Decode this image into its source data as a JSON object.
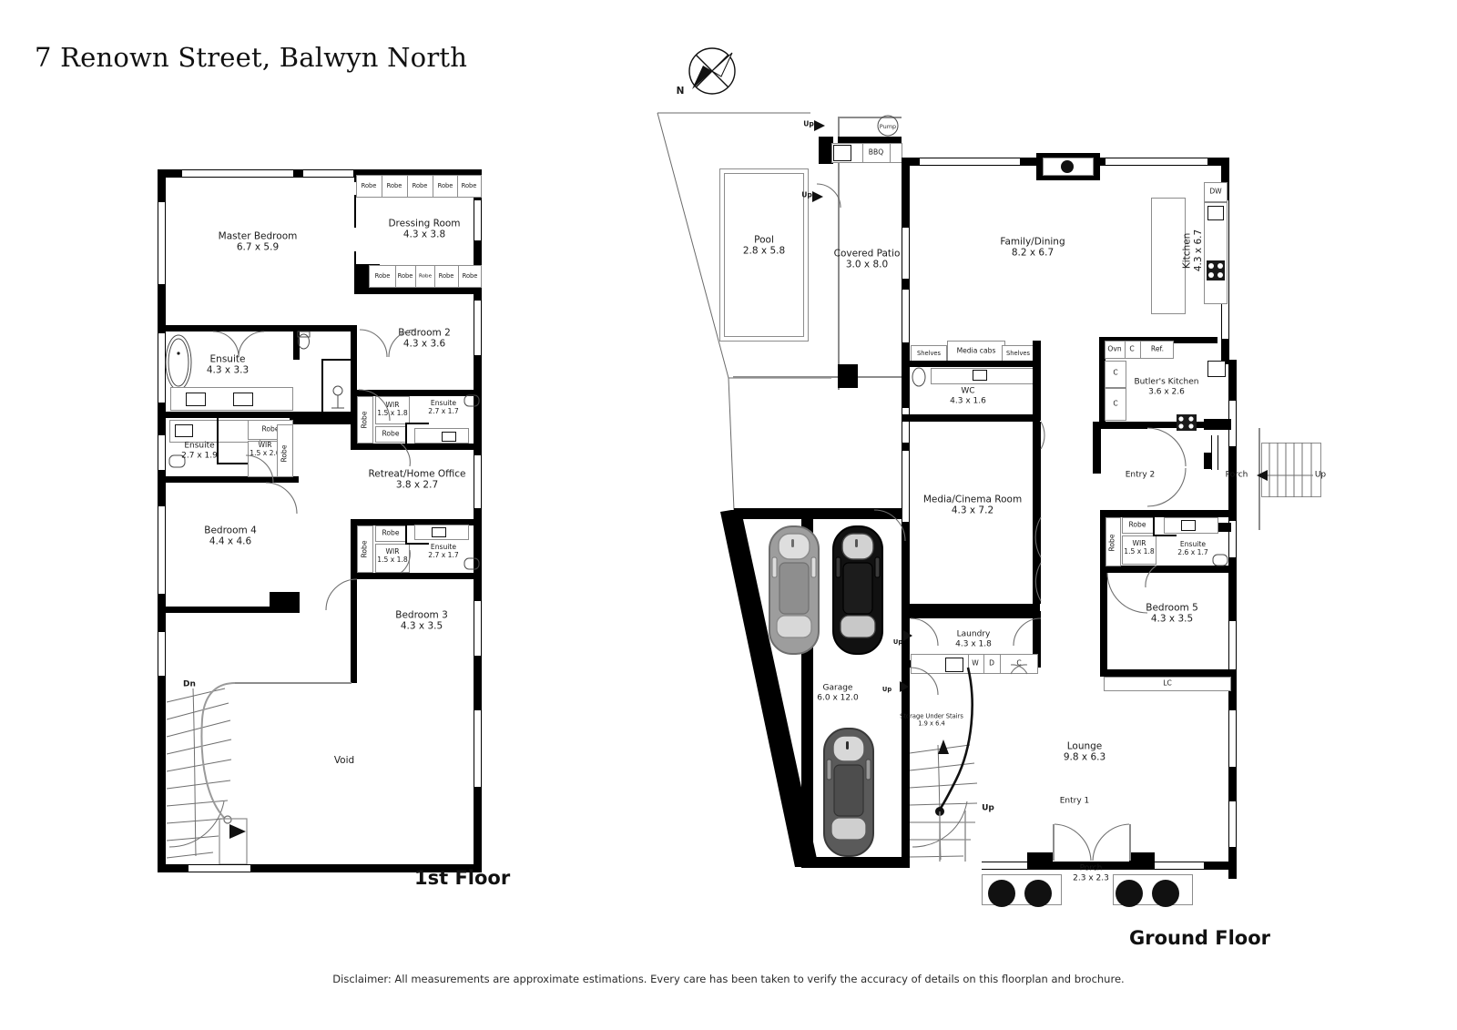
{
  "title": "7 Renown Street, Balwyn North",
  "disclaimer": "Disclaimer: All measurements are approximate estimations. Every care has been taken to verify the accuracy of details on this floorplan and brochure.",
  "compass": {
    "north_label": "N",
    "icon": "compass-rose-icon"
  },
  "floors": [
    {
      "id": "first",
      "label": "1st Floor"
    },
    {
      "id": "ground",
      "label": "Ground Floor"
    }
  ],
  "first_floor": {
    "label": "1st Floor",
    "rooms": [
      {
        "name": "Master Bedroom",
        "dim": "6.7 x 5.9"
      },
      {
        "name": "Dressing Room",
        "dim": "4.3 x 3.8"
      },
      {
        "name": "Bedroom 2",
        "dim": "4.3 x 3.6"
      },
      {
        "name": "Ensuite",
        "dim": "4.3 x 3.3"
      },
      {
        "name": "Ensuite",
        "dim": "2.7 x 1.7"
      },
      {
        "name": "WIR",
        "dim": "1.5 x 1.8"
      },
      {
        "name": "Ensuite",
        "dim": "2.7 x 1.9"
      },
      {
        "name": "WIR",
        "dim": "1.5 x 2.0"
      },
      {
        "name": "Retreat/Home Office",
        "dim": "3.8 x 2.7"
      },
      {
        "name": "Bedroom 4",
        "dim": "4.4 x 4.6"
      },
      {
        "name": "WIR",
        "dim": "1.5 x 1.8"
      },
      {
        "name": "Ensuite",
        "dim": "2.7 x 1.7"
      },
      {
        "name": "Bedroom 3",
        "dim": "4.3 x 3.5"
      },
      {
        "name": "Void",
        "dim": ""
      }
    ],
    "robes_top": [
      "Robe",
      "Robe",
      "Robe",
      "Robe",
      "Robe"
    ],
    "robes_mid": [
      "Robe",
      "Robe",
      "Robe",
      "Robe",
      "Robe"
    ],
    "stair_label": "Dn"
  },
  "ground_floor": {
    "label": "Ground Floor",
    "rooms": [
      {
        "name": "Pool",
        "dim": "2.8 x 5.8"
      },
      {
        "name": "Covered Patio",
        "dim": "3.0 x 8.0"
      },
      {
        "name": "Family/Dining",
        "dim": "8.2 x 6.7"
      },
      {
        "name": "Kitchen",
        "dim": "4.3 x 6.7"
      },
      {
        "name": "Butler's Kitchen",
        "dim": "3.6 x 2.6"
      },
      {
        "name": "WC",
        "dim": "4.3 x 1.6"
      },
      {
        "name": "Media/Cinema Room",
        "dim": "4.3 x 7.2"
      },
      {
        "name": "Entry 2",
        "dim": ""
      },
      {
        "name": "Porch",
        "dim": ""
      },
      {
        "name": "WIR",
        "dim": "1.5 x 1.8"
      },
      {
        "name": "Ensuite",
        "dim": "2.6 x 1.7"
      },
      {
        "name": "Bedroom 5",
        "dim": "4.3 x 3.5"
      },
      {
        "name": "Laundry",
        "dim": "4.3 x 1.8"
      },
      {
        "name": "Garage",
        "dim": "6.0 x 12.0"
      },
      {
        "name": "Storage Under Stairs",
        "dim": "1.9 x 6.4"
      },
      {
        "name": "Lounge",
        "dim": "9.8 x 6.3"
      },
      {
        "name": "Entry 1",
        "dim": ""
      },
      {
        "name": "Porch",
        "dim": "2.3 x 2.3"
      }
    ],
    "appliances": {
      "pump": "Pump",
      "bbq": "BBQ",
      "dw": "DW",
      "ovn": "Ovn",
      "ref": "Ref.",
      "c": "C",
      "w": "W",
      "d": "D",
      "lc": "LC",
      "shelves_left": "Shelves",
      "shelves_right": "Shelves",
      "media_cabs": "Media cabs",
      "robe": "Robe"
    },
    "markers": {
      "up": "Up"
    }
  },
  "colors": {
    "wall": "#000000",
    "thin_wall": "#8c8c8c",
    "text": "#1a1a1a",
    "car_light": "#9d9d9d",
    "car_black": "#111111",
    "car_dark": "#5a5a5a"
  }
}
